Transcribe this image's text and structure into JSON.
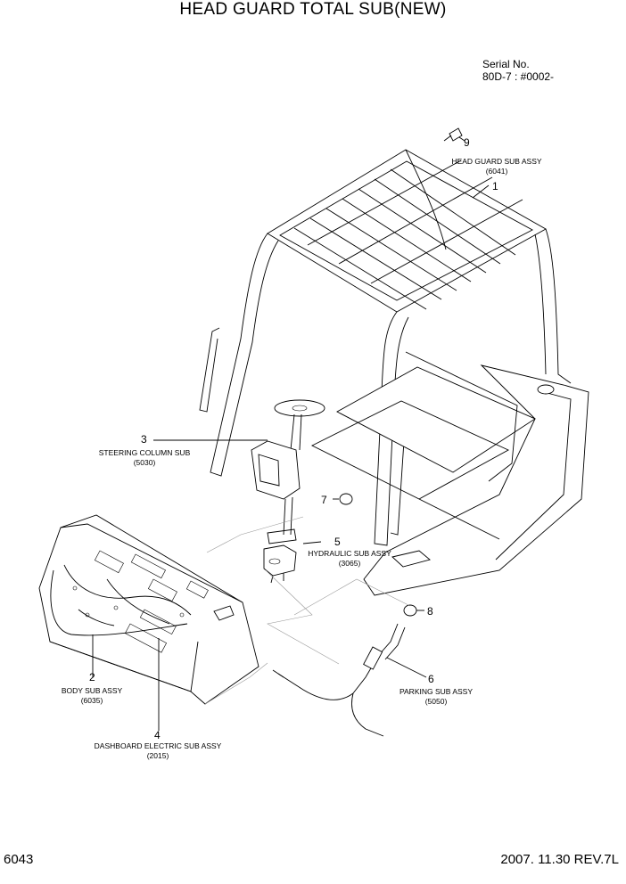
{
  "title": "HEAD GUARD TOTAL SUB(NEW)",
  "serial": {
    "label": "Serial No.",
    "value": "80D-7 : #0002-"
  },
  "page_number": "6043",
  "revision": "2007. 11.30  REV.7L",
  "callouts": [
    {
      "num": "1",
      "name": "HEAD GUARD SUB ASSY",
      "code": "(6041)"
    },
    {
      "num": "2",
      "name": "BODY SUB ASSY",
      "code": "(6035)"
    },
    {
      "num": "3",
      "name": "STEERING COLUMN SUB",
      "code": "(5030)"
    },
    {
      "num": "4",
      "name": "DASHBOARD ELECTRIC SUB ASSY",
      "code": "(2015)"
    },
    {
      "num": "5",
      "name": "HYDRAULIC SUB ASSY",
      "code": "(3065)"
    },
    {
      "num": "6",
      "name": "PARKING SUB ASSY",
      "code": "(5050)"
    },
    {
      "num": "7",
      "name": "",
      "code": ""
    },
    {
      "num": "8",
      "name": "",
      "code": ""
    },
    {
      "num": "9",
      "name": "",
      "code": ""
    }
  ]
}
